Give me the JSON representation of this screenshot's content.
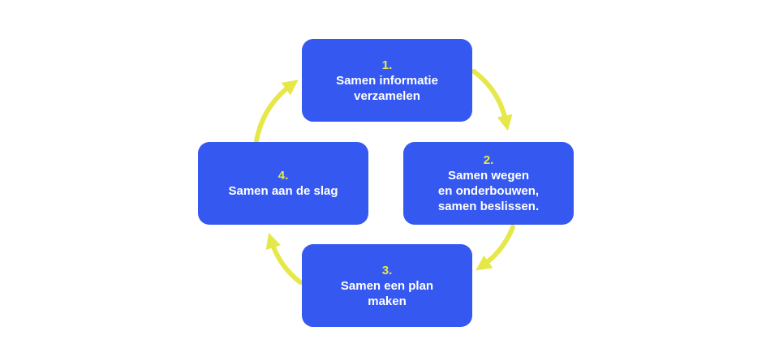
{
  "colors": {
    "box": "#3559f0",
    "arrow": "#e6e84a",
    "number": "#e6e84a",
    "text": "#ffffff"
  },
  "steps": [
    {
      "number": "1.",
      "lines": [
        "Samen informatie",
        "verzamelen"
      ]
    },
    {
      "number": "2.",
      "lines": [
        "Samen wegen",
        "en onderbouwen,",
        "samen beslissen."
      ]
    },
    {
      "number": "3.",
      "lines": [
        "Samen een plan",
        "maken"
      ]
    },
    {
      "number": "4.",
      "lines": [
        "Samen aan de slag"
      ]
    }
  ]
}
